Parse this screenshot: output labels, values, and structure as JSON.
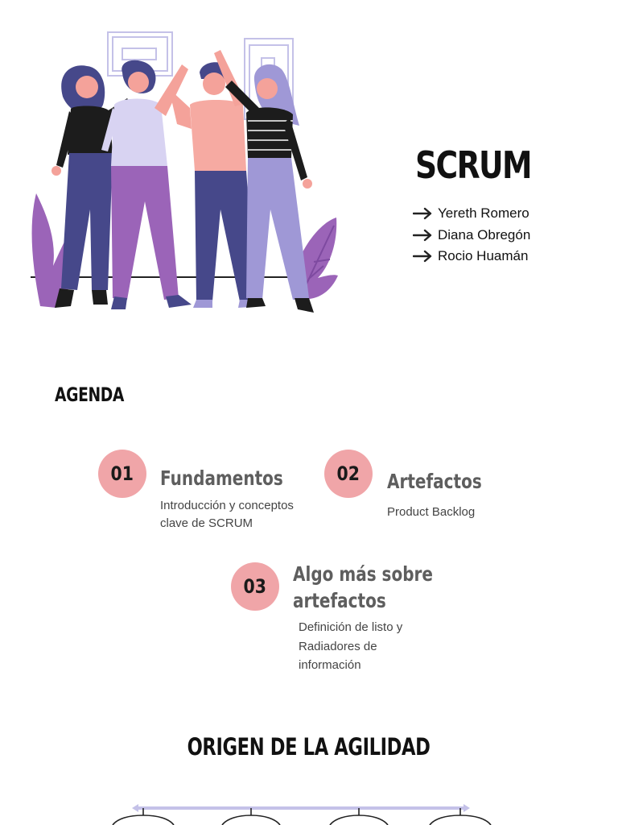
{
  "cover": {
    "title": "SCRUM",
    "authors": [
      "Yereth Romero",
      "Diana Obregón",
      "Rocio Huamán"
    ]
  },
  "agenda": {
    "heading": "AGENDA",
    "items": [
      {
        "number": "01",
        "title_lines": [
          "Fundamentos"
        ],
        "desc_lines": [
          "Introducción y conceptos",
          "clave de SCRUM"
        ]
      },
      {
        "number": "02",
        "title_lines": [
          "Artefactos"
        ],
        "desc_lines": [
          "Product Backlog"
        ]
      },
      {
        "number": "03",
        "title_lines": [
          "Algo más sobre",
          "artefactos"
        ],
        "desc_lines": [
          "Definición de listo y",
          "Radiadores de",
          "información"
        ]
      }
    ]
  },
  "origin": {
    "heading": "ORIGEN DE LA AGILIDAD"
  },
  "colors": {
    "badge": "#f0a5a8",
    "heading_gray": "#5e5e5e",
    "navy": "#46488a",
    "lavender": "#9f98d6",
    "purple_plant": "#9b64b8",
    "skin": "#f4a29a"
  }
}
